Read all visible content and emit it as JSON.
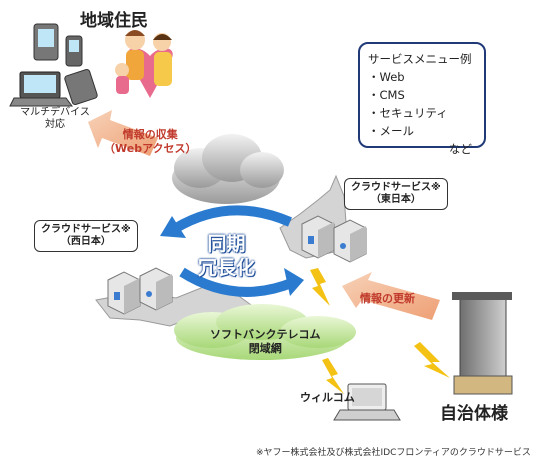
{
  "residents": {
    "title": "地域住民",
    "devices": "マルチデバイス\n対応"
  },
  "arrows": {
    "collect": "情報の収集\n（Webアクセス）",
    "update": "情報の更新"
  },
  "menu": {
    "title": "サービスメニュー例",
    "items": [
      "・Web",
      "・CMS",
      "・セキュリティ",
      "・メール"
    ],
    "etc": "など"
  },
  "cloud_west": {
    "label": "クラウドサービス※\n（西日本）"
  },
  "cloud_east": {
    "label": "クラウドサービス※\n（東日本）"
  },
  "sync": "同期\n冗長化",
  "network": "ソフトバンクテレコム\n閉域網",
  "willcom": "ウィルコム",
  "municipality": "自治体様",
  "footnote": "※ヤフー株式会社及び株式会社IDCフロンティアのクラウドサービス",
  "colors": {
    "accent_red": "#c0392b",
    "arrow_blue": "#2a7bd0",
    "box_border": "#203a78",
    "net_green": "#bfe39a"
  }
}
